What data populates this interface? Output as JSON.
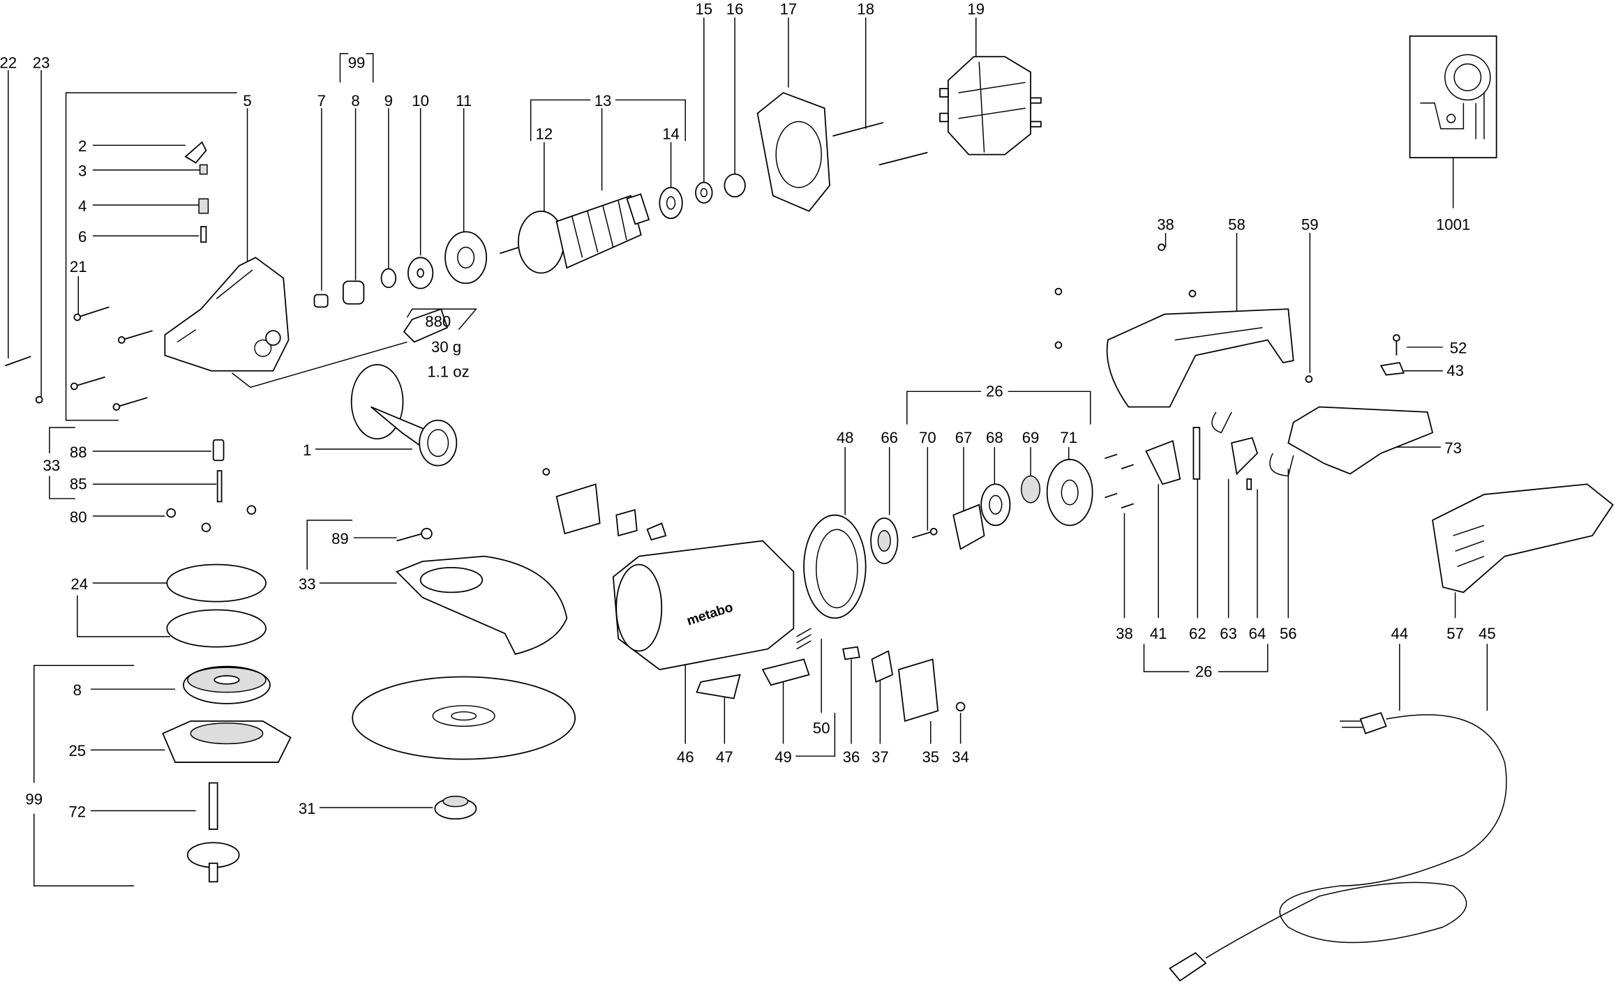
{
  "title": "Exploded parts diagram - angle grinder",
  "labels": {
    "p22": "22",
    "p23": "23",
    "p5": "5",
    "p99a": "99",
    "p7": "7",
    "p8a": "8",
    "p9": "9",
    "p10": "10",
    "p11": "11",
    "p13": "13",
    "p12": "12",
    "p14": "14",
    "p15": "15",
    "p16": "16",
    "p17": "17",
    "p18": "18",
    "p19": "19",
    "p2": "2",
    "p3": "3",
    "p4": "4",
    "p6": "6",
    "p21": "21",
    "p1": "1",
    "p33a": "33",
    "p88": "88",
    "p85": "85",
    "p80": "80",
    "p89": "89",
    "p33b": "33",
    "p24": "24",
    "p8b": "8",
    "p25": "25",
    "p99b": "99",
    "p72": "72",
    "p31": "31",
    "p46": "46",
    "p47": "47",
    "p49": "49",
    "p50": "50",
    "p36": "36",
    "p37": "37",
    "p35": "35",
    "p34": "34",
    "p48": "48",
    "p66": "66",
    "p70": "70",
    "p67": "67",
    "p68": "68",
    "p69": "69",
    "p71": "71",
    "p26a": "26",
    "p38b": "38",
    "p41": "41",
    "p62": "62",
    "p63": "63",
    "p64": "64",
    "p56": "56",
    "p26b": "26",
    "p38a": "38",
    "p58": "58",
    "p59": "59",
    "p1001": "1001",
    "p52": "52",
    "p43": "43",
    "p73": "73",
    "p57": "57",
    "p44": "44",
    "p45": "45"
  },
  "grease": {
    "part": "880",
    "weight_g": "30 g",
    "weight_oz": "1.1 oz"
  },
  "brand_mark": "metabo"
}
